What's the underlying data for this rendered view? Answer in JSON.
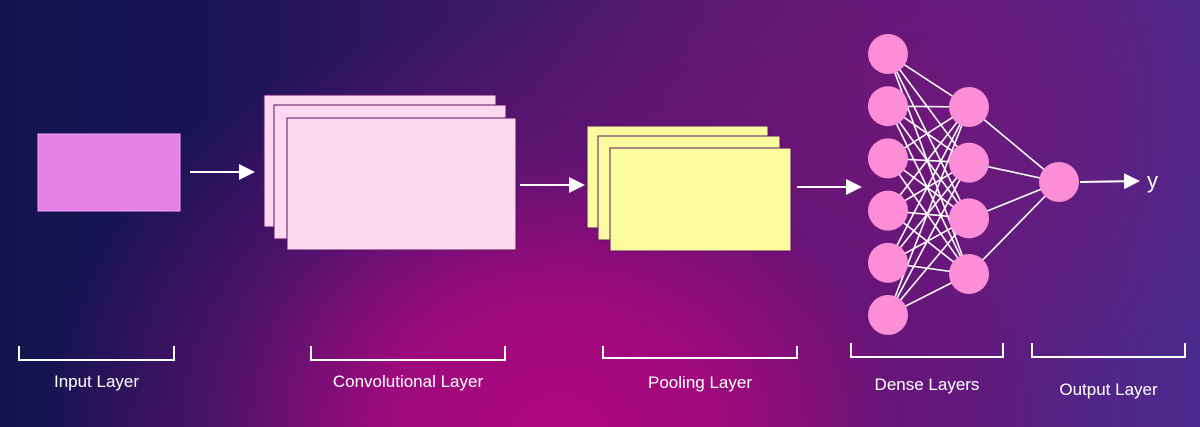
{
  "labels": {
    "input": "Input Layer",
    "conv": "Convolutional Layer",
    "pooling": "Pooling Layer",
    "dense": "Dense Layers",
    "output": "Output Layer",
    "y": "y"
  },
  "network": {
    "dense_layer_1_nodes": 6,
    "dense_layer_2_nodes": 4,
    "output_nodes": 1
  },
  "colors": {
    "input_block": "#e480e8",
    "conv_maps": "#fdd8f0",
    "pool_maps": "#fbfba0",
    "nodes": "#fb8ed6",
    "lines": "#ffffff"
  }
}
